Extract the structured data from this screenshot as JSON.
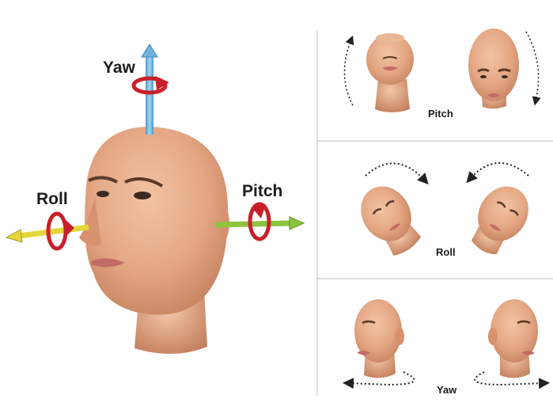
{
  "labels": {
    "main_yaw": "Yaw",
    "main_roll": "Roll",
    "main_pitch": "Pitch",
    "panel_pitch": "Pitch",
    "panel_roll": "Roll",
    "panel_yaw": "Yaw"
  },
  "colors": {
    "yaw_axis": "#6fb3da",
    "roll_axis": "#e4d63a",
    "pitch_axis": "#8cc43e",
    "rotation_arrow": "#c8202a",
    "skin": "#e6ab87",
    "divider": "#c9c9c9"
  }
}
